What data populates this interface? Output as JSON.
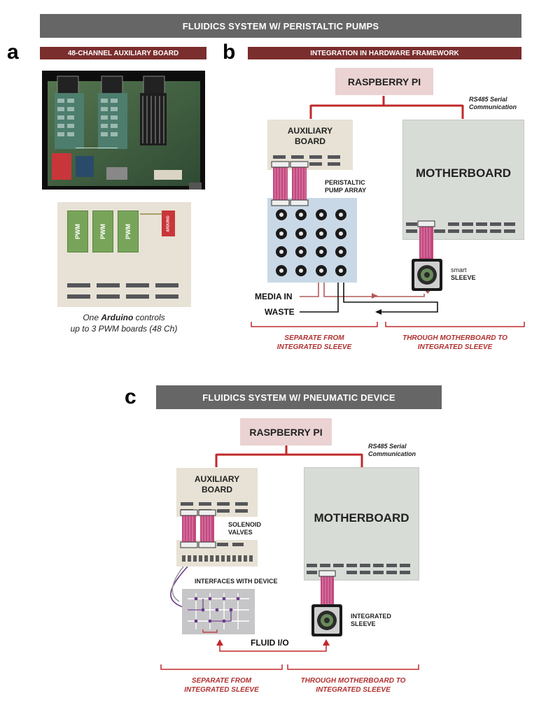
{
  "panel_a": {
    "letter": "a",
    "header": "48-CHANNEL AUXILIARY BOARD",
    "pwm_label": "PWM",
    "arduino_label": "ARDUINO",
    "note_pre": "One ",
    "note_arduino": "Arduino",
    "note_post": " controls",
    "note_line2": "up to 3 PWM boards (48 Ch)"
  },
  "top_banner": "FLUIDICS SYSTEM W/ PERISTALTIC PUMPS",
  "panel_b": {
    "letter": "b",
    "header": "INTEGRATION IN HARDWARE FRAMEWORK",
    "raspberry": "RASPBERRY PI",
    "rs485_line1": "RS485 Serial",
    "rs485_line2": "Communication",
    "aux_line1": "AUXILIARY",
    "aux_line2": "BOARD",
    "motherboard": "MOTHERBOARD",
    "pump_line1": "PERISTALTIC",
    "pump_line2": "PUMP ARRAY",
    "sleeve_line1": "smart",
    "sleeve_line2": "SLEEVE",
    "media_in": "MEDIA IN",
    "waste": "WASTE",
    "left_line1": "SEPARATE FROM",
    "left_line2": "INTEGRATED SLEEVE",
    "right_line1": "THROUGH MOTHERBOARD TO",
    "right_line2": "INTEGRATED SLEEVE"
  },
  "panel_c": {
    "letter": "c",
    "header": "FLUIDICS SYSTEM W/ PNEUMATIC DEVICE",
    "raspberry": "RASPBERRY PI",
    "rs485_line1": "RS485 Serial",
    "rs485_line2": "Communication",
    "aux_line1": "AUXILIARY",
    "aux_line2": "BOARD",
    "motherboard": "MOTHERBOARD",
    "valves_line1": "SOLENOID",
    "valves_line2": "VALVES",
    "interfaces": "INTERFACES WITH DEVICE",
    "sleeve_line1": "INTEGRATED",
    "sleeve_line2": "SLEEVE",
    "fluid_io": "FLUID I/O",
    "left_line1": "SEPARATE FROM",
    "left_line2": "INTEGRATED SLEEVE",
    "right_line1": "THROUGH MOTHERBOARD TO",
    "right_line2": "INTEGRATED SLEEVE"
  },
  "colors": {
    "banner": "#666667",
    "subbanner": "#7a2e2e",
    "bracket_red": "#c0292b",
    "raspberry_fill": "#ebd2d3",
    "aux_fill": "#e7e2d5",
    "motherboard_fill": "#d8dcd6",
    "pump_fill": "#c9d8e6",
    "ribbon": "#c2497f"
  }
}
